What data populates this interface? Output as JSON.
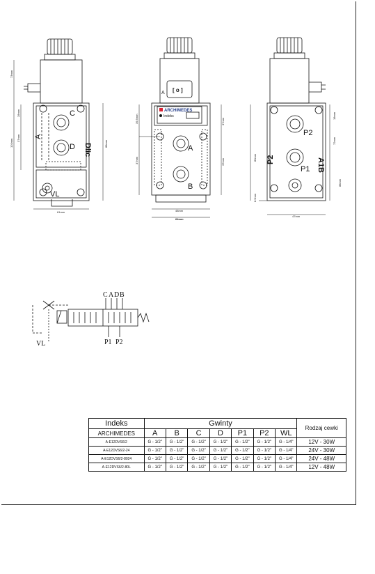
{
  "drawing": {
    "views": {
      "left": {
        "ports": [
          "C",
          "D",
          "VL"
        ],
        "side_text": [
          "A",
          "Dlic"
        ],
        "dims": [
          "73mm",
          "28mm",
          "101mm",
          "37mm",
          "88mm",
          "61mm"
        ]
      },
      "front": {
        "ports": [
          "A",
          "B"
        ],
        "brand": "ARCHIMEDES",
        "indeks_label": "Indeks",
        "coil_label": "A",
        "coil_glyph": "[ o ]",
        "dims": [
          "39.5mm",
          "37mm",
          "37mm",
          "37mm",
          "48mm",
          "64mm"
        ]
      },
      "right": {
        "ports": [
          "P2",
          "P1"
        ],
        "side_text": [
          "P2",
          "A1B"
        ],
        "dims": [
          "18mm",
          "72mm",
          "80mm",
          "88mm",
          "47mm",
          "8.5mm"
        ]
      }
    },
    "schematic": {
      "top_labels": [
        "C",
        "A",
        "D",
        "B"
      ],
      "bottom_labels": [
        "P1",
        "P2"
      ],
      "vl_label": "VL"
    }
  },
  "table": {
    "indeks_header": "Indeks",
    "indeks_sub": "ARCHIMEDES",
    "gwinty_header": "Gwinty",
    "columns": [
      "A",
      "B",
      "C",
      "D",
      "P1",
      "P2",
      "WL"
    ],
    "coil_header": "Rodzaj cewki",
    "rows": [
      {
        "index": "A-E12DVS6/2",
        "threads": [
          "G - 1/2\"",
          "G - 1/2\"",
          "G - 1/2\"",
          "G - 1/2\"",
          "G - 1/2\"",
          "G - 1/2\"",
          "G - 1/4\""
        ],
        "coil": "12V - 30W"
      },
      {
        "index": "A-E12DVS6/2-24",
        "threads": [
          "G - 1/2\"",
          "G - 1/2\"",
          "G - 1/2\"",
          "G - 1/2\"",
          "G - 1/2\"",
          "G - 1/2\"",
          "G - 1/4\""
        ],
        "coil": "24V - 30W"
      },
      {
        "index": "A-E12DVS6/2-8024",
        "threads": [
          "G - 1/2\"",
          "G - 1/2\"",
          "G - 1/2\"",
          "G - 1/2\"",
          "G - 1/2\"",
          "G - 1/2\"",
          "G - 1/4\""
        ],
        "coil": "24V - 48W"
      },
      {
        "index": "A-E12DVS6/2-80L",
        "threads": [
          "G - 1/2\"",
          "G - 1/2\"",
          "G - 1/2\"",
          "G - 1/2\"",
          "G - 1/2\"",
          "G - 1/2\"",
          "G - 1/4\""
        ],
        "coil": "12V - 48W"
      }
    ]
  }
}
